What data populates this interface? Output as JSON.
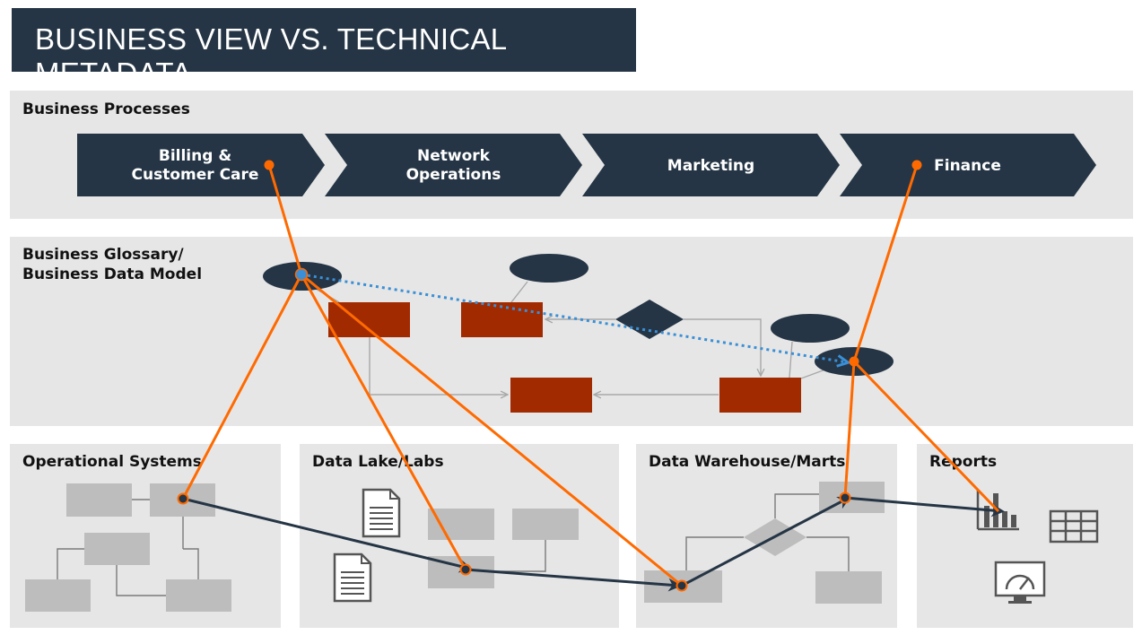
{
  "title": "BUSINESS VIEW VS. TECHNICAL METADATA",
  "bands": {
    "processes": "Business Processes",
    "glossary": "Business Glossary/\nBusiness Data Model",
    "operational": "Operational Systems",
    "datalake": "Data Lake/Labs",
    "warehouse": "Data Warehouse/Marts",
    "reports": "Reports"
  },
  "processes": [
    {
      "label": "Billing &\nCustomer Care"
    },
    {
      "label": "Network\nOperations"
    },
    {
      "label": "Marketing"
    },
    {
      "label": "Finance"
    }
  ],
  "colors": {
    "dark": "#253545",
    "band": "#e6e6e6",
    "entity": "#a12a00",
    "box": "#bdbdbd",
    "lineage": "#ff6a00",
    "flow": "#253545",
    "dotted": "#3a8fd6"
  },
  "icons": [
    "document-icon",
    "document-icon",
    "bar-chart-icon",
    "table-grid-icon",
    "gauge-icon"
  ]
}
